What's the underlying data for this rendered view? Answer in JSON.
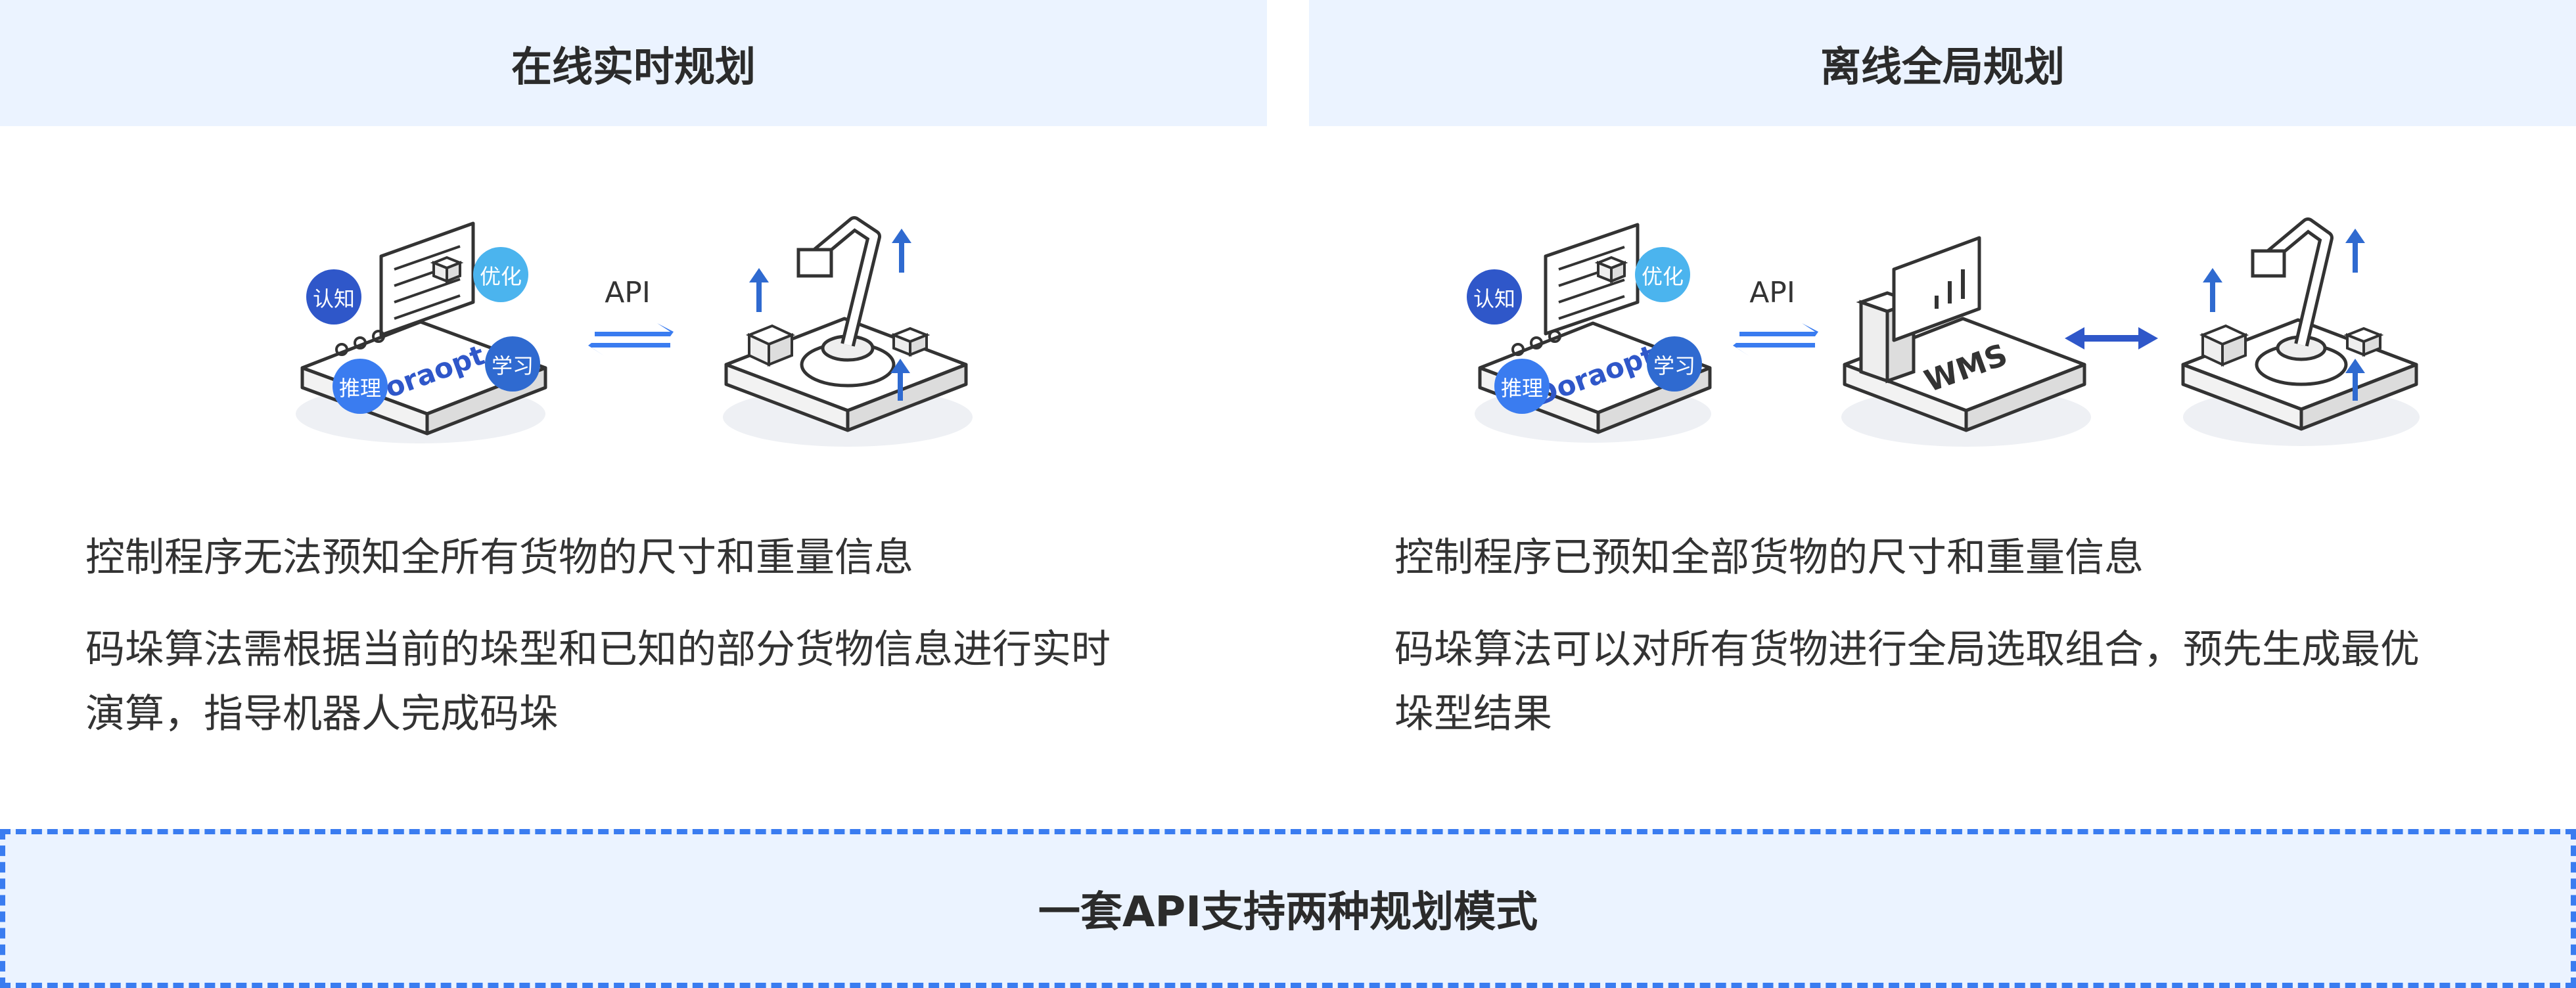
{
  "left": {
    "title": "在线实时规划",
    "badges": {
      "cognition": "认知",
      "optimize": "优化",
      "reasoning": "推理",
      "learning": "学习"
    },
    "api_label": "API",
    "brand_text": "Doraopt",
    "desc_1": "控制程序无法预知全所有货物的尺寸和重量信息",
    "desc_2_line1": "码垛算法需根据当前的垛型和已知的部分货物信息进行实时",
    "desc_2_line2": "演算，指导机器人完成码垛"
  },
  "right": {
    "title": "离线全局规划",
    "badges": {
      "cognition": "认知",
      "optimize": "优化",
      "reasoning": "推理",
      "learning": "学习"
    },
    "api_label": "API",
    "wms_label": "WMS",
    "desc_1": "控制程序已预知全部货物的尺寸和重量信息",
    "desc_2_line1": "码垛算法可以对所有货物进行全局选取组合，预先生成最优",
    "desc_2_line2": "垛型结果"
  },
  "footer": {
    "text": "一套API支持两种规划模式"
  },
  "colors": {
    "header_bg": "#ebf3ff",
    "accent": "#3a7cf0",
    "badge_dark": "#2f57c9",
    "badge_light": "#4bb4ee"
  }
}
